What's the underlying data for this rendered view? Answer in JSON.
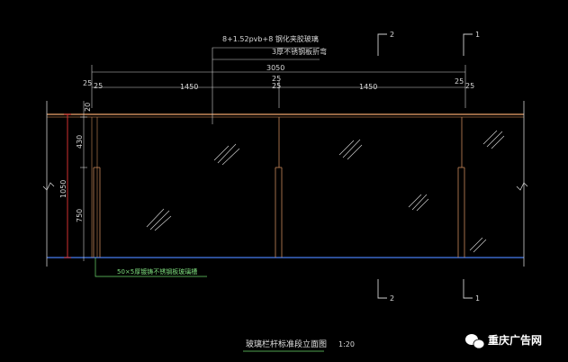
{
  "annotations": {
    "glass_spec": "8+1.52pvb+8  钢化夹胶玻璃",
    "steel_spec": "3厚不锈钢板折弯",
    "base_spec": "50×5厚镀铸不锈钢板玻璃槽"
  },
  "dimensions": {
    "total_width": "3050",
    "span_left": "1450",
    "span_right": "1450",
    "edge_25_a": "25",
    "edge_25_b": "25",
    "mid_25_a": "25",
    "mid_25_b": "25",
    "right_25_a": "25",
    "right_25_b": "25",
    "height_total": "1050",
    "height_upper": "430",
    "height_lower": "750",
    "rail_top": "20"
  },
  "section_marks": {
    "top_2": "2",
    "top_1": "1",
    "bottom_2": "2",
    "bottom_1": "1"
  },
  "title": {
    "text": "玻璃栏杆标准段立面图",
    "scale": "1:20"
  },
  "watermark": {
    "text": "重庆广告网"
  },
  "colors": {
    "background": "#000000",
    "rail": "#c98a5a",
    "floor": "#3a68c8",
    "dim_red": "#d03030",
    "leader_green": "#6cd86c",
    "line_white": "#e0e0e0"
  }
}
